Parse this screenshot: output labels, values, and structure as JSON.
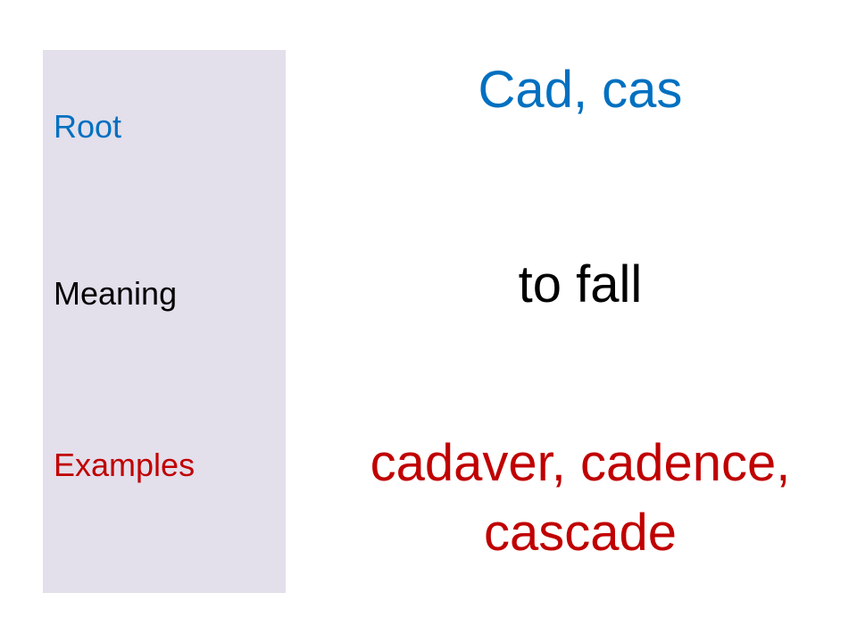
{
  "slide": {
    "labels": {
      "root": "Root",
      "meaning": "Meaning",
      "examples": "Examples"
    },
    "values": {
      "root": "Cad, cas",
      "meaning": "to fall",
      "examples": "cadaver, cadence, cascade"
    },
    "colors": {
      "root": "#0070c0",
      "meaning": "#000000",
      "examples": "#c00000",
      "sidebar_bg": "#e3dfeb"
    }
  }
}
